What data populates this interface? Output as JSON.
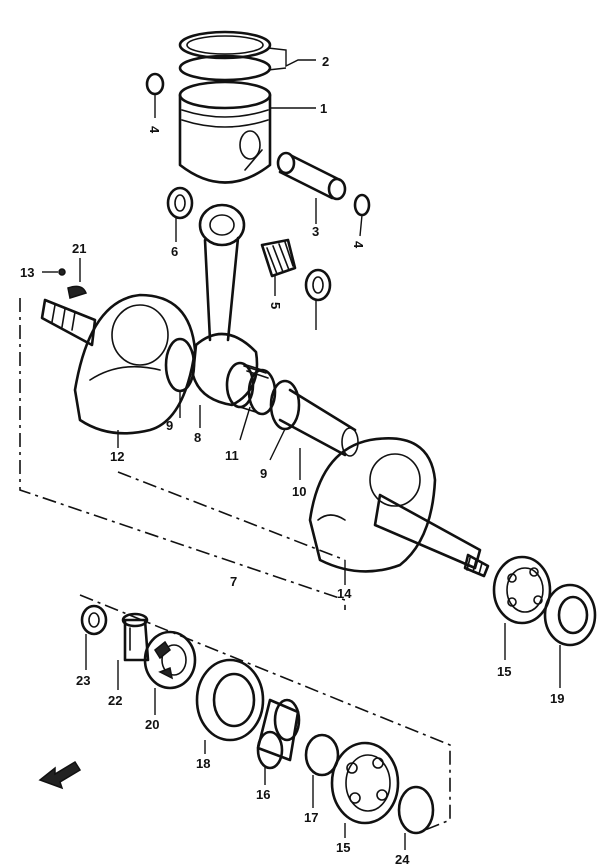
{
  "callouts": [
    {
      "id": "num-1",
      "label": "1"
    },
    {
      "id": "num-2",
      "label": "2"
    },
    {
      "id": "num-3",
      "label": "3"
    },
    {
      "id": "num-4-left",
      "label": "4"
    },
    {
      "id": "num-4-right",
      "label": "4"
    },
    {
      "id": "num-5",
      "label": "5"
    },
    {
      "id": "num-6",
      "label": "6"
    },
    {
      "id": "num-7",
      "label": "7"
    },
    {
      "id": "num-8",
      "label": "8"
    },
    {
      "id": "num-9-left",
      "label": "9"
    },
    {
      "id": "num-9-right",
      "label": "9"
    },
    {
      "id": "num-10",
      "label": "10"
    },
    {
      "id": "num-11",
      "label": "11"
    },
    {
      "id": "num-12",
      "label": "12"
    },
    {
      "id": "num-13",
      "label": "13"
    },
    {
      "id": "num-14",
      "label": "14"
    },
    {
      "id": "num-15-top",
      "label": "15"
    },
    {
      "id": "num-15-bottom",
      "label": "15"
    },
    {
      "id": "num-16",
      "label": "16"
    },
    {
      "id": "num-17",
      "label": "17"
    },
    {
      "id": "num-18",
      "label": "18"
    },
    {
      "id": "num-19",
      "label": "19"
    },
    {
      "id": "num-20",
      "label": "20"
    },
    {
      "id": "num-21",
      "label": "21"
    },
    {
      "id": "num-22",
      "label": "22"
    },
    {
      "id": "num-23",
      "label": "23"
    },
    {
      "id": "num-24",
      "label": "24"
    }
  ],
  "icons": {
    "front_arrow": "front-direction-arrow-icon"
  }
}
